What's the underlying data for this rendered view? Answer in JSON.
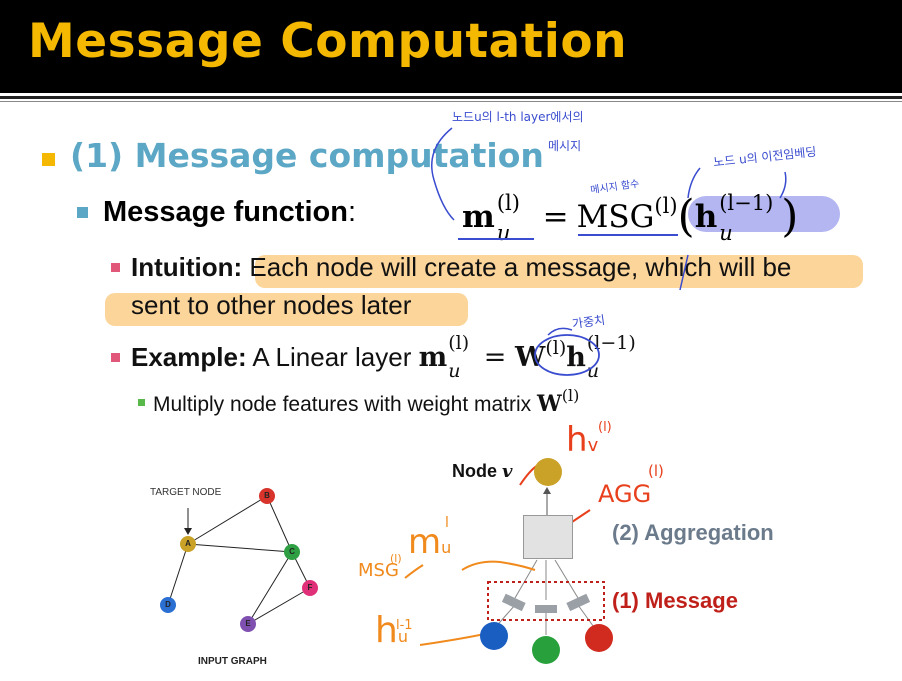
{
  "slide": {
    "title": "Message Computation",
    "heading": "(1) Message computation",
    "message_function_label": "Message function",
    "message_function_colon": ":",
    "intuition_label": "Intuition:",
    "intuition_text_1": "Each node will create a message, which will be",
    "intuition_text_2": "sent to other nodes later",
    "example_label": "Example:",
    "example_text": "A Linear layer",
    "multiply_text": "Multiply node features with weight matrix",
    "colors": {
      "title": "#f5b800",
      "heading": "#5ba7c5",
      "bullet_pink": "#e0577a",
      "bullet_green": "#58b849",
      "highlight": "#fcd59a"
    }
  },
  "formulas": {
    "msg_lhs": "m",
    "msg_sub": "u",
    "msg_sup": "(l)",
    "equals": "=",
    "msg_fn": "MSG",
    "msg_fn_sup": "(l)",
    "h": "h",
    "h_sup": "(l−1)",
    "h_sub": "u",
    "w": "W",
    "w_sup": "(l)"
  },
  "annotations": {
    "note_top_1": "노드u의 l-th layer에서의",
    "note_top_2": "메시지",
    "note_prev_embed": "노드 u의 이전임베딩",
    "note_msg_fn": "메시지 함수",
    "note_weight": "가중치",
    "hand_hv": "h",
    "hand_hv_sub": "v",
    "hand_hv_sup": "(l)",
    "hand_agg": "AGG",
    "hand_agg_sup": "(l)",
    "hand_msg": "MSG",
    "hand_msg_sup": "(l)",
    "hand_mu": "m",
    "hand_mu_sub": "u",
    "hand_mu_sup": "l",
    "hand_hu": "h",
    "hand_hu_sub": "u",
    "hand_hu_sup": "l-1"
  },
  "graph": {
    "target_label": "TARGET NODE",
    "caption": "INPUT GRAPH",
    "nodes": [
      {
        "id": "A",
        "color": "#c9a227"
      },
      {
        "id": "B",
        "color": "#d8342c"
      },
      {
        "id": "C",
        "color": "#2ea043"
      },
      {
        "id": "D",
        "color": "#2a6fd1"
      },
      {
        "id": "E",
        "color": "#8050b0"
      },
      {
        "id": "F",
        "color": "#e0307a"
      }
    ]
  },
  "diagram": {
    "node_label": "Node",
    "node_var": "v",
    "aggregation_label": "(2) Aggregation",
    "message_label": "(1) Message",
    "colors": {
      "aggregation": "#6b7b8c",
      "message": "#c0201a",
      "top_node": "#c9a227",
      "bottom_blue": "#1a5ec2",
      "bottom_green": "#28a03c",
      "bottom_red": "#d12a1e"
    }
  }
}
